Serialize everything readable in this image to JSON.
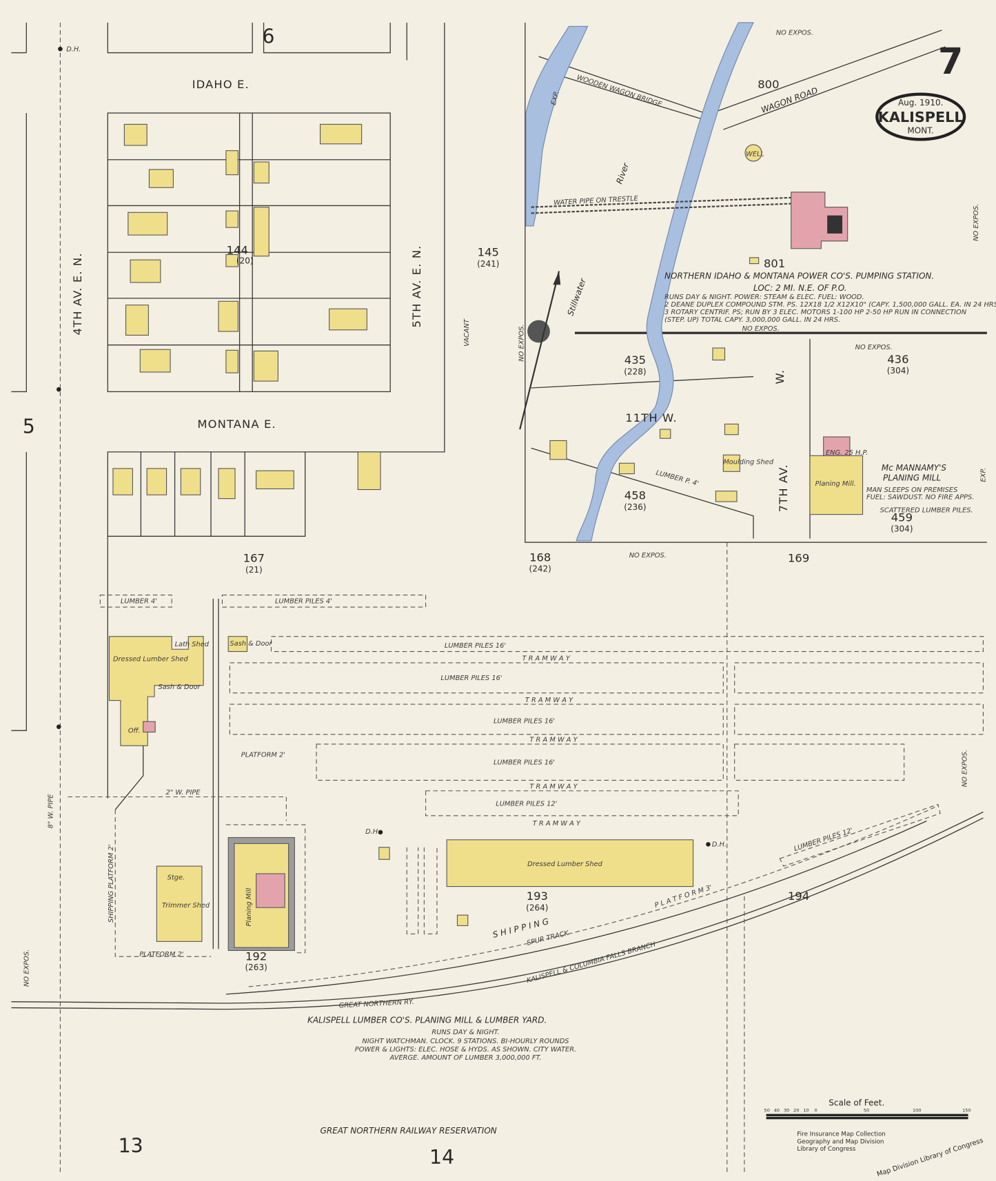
{
  "sheet": {
    "number": "7",
    "date": "Aug. 1910.",
    "city": "KALISPELL",
    "state": "MONT."
  },
  "streets": {
    "idaho": "IDAHO   E.",
    "montana": "MONTANA   E.",
    "ave4": "4TH  AV.  E. N.",
    "ave5": "5TH  AV.  E. N.",
    "ave7": "7TH  AV.",
    "w": "W.",
    "st11": "11TH   W.",
    "wagon_road": "WAGON   ROAD",
    "wooden_bridge": "WOODEN  WAGON  BRIDGE",
    "river": "River",
    "stillwater": "Stillwater",
    "vacant": "VACANT",
    "reservation": "GREAT    NORTHERN    RAILWAY    RESERVATION",
    "gn_ry": "GREAT  NORTHERN  RY.",
    "branch": "KALISPELL & COLUMBIA FALLS BRANCH",
    "shipping": "S H I P P I N G",
    "spur": "SPUR   TRACK",
    "platform3": "P L A T F O R M   3'",
    "water_pipe": "8\" W. PIPE",
    "pipe": "2\" W. PIPE"
  },
  "adjacent_sheets": [
    "6",
    "5",
    "13",
    "14"
  ],
  "blocks": [
    {
      "number": "144",
      "old": "(20)"
    },
    {
      "number": "145",
      "old": "(241)"
    },
    {
      "number": "167",
      "old": "(21)"
    },
    {
      "number": "168",
      "old": "(242)"
    },
    {
      "number": "169",
      "old": ""
    },
    {
      "number": "192",
      "old": "(263)"
    },
    {
      "number": "193",
      "old": "(264)"
    },
    {
      "number": "194",
      "old": ""
    },
    {
      "number": "435",
      "old": "(228)"
    },
    {
      "number": "436",
      "old": "(304)"
    },
    {
      "number": "458",
      "old": "(236)"
    },
    {
      "number": "459",
      "old": "(304)"
    },
    {
      "number": "800",
      "old": ""
    },
    {
      "number": "801",
      "old": ""
    }
  ],
  "pumping_station": {
    "title": "NORTHERN IDAHO & MONTANA POWER CO'S. PUMPING STATION.",
    "location": "LOC: 2 MI. N.E. OF P.O.",
    "notes": [
      "RUNS DAY & NIGHT. POWER: STEAM & ELEC. FUEL: WOOD.",
      "2 DEANE DUPLEX COMPOUND STM. PS. 12X18 1/2 X12X10\" (CAPY. 1,500,000 GALL. EA. IN 24 HRS)",
      "3 ROTARY CENTRIF. PS; RUN BY 3 ELEC. MOTORS 1-100 HP 2-50 HP RUN IN CONNECTION",
      "(STEP. UP)  TOTAL CAPY. 3,000,000 GALL. IN 24 HRS."
    ],
    "well": "WELL",
    "water_pipe_note": "WATER PIPE ON TRESTLE"
  },
  "mcmannamy": {
    "title1": "Mc MANNAMY'S",
    "title2": "PLANING MILL",
    "note1": "MAN SLEEPS ON PREMISES",
    "note2": "FUEL: SAWDUST. NO FIRE APPS.",
    "note3": "SCATTERED  LUMBER PILES.",
    "building": "Planing Mill.",
    "engine": "ENG. 25 H.P."
  },
  "lumber_yard": {
    "title": "KALISPELL LUMBER CO'S. PLANING MILL & LUMBER YARD.",
    "notes": [
      "RUNS DAY & NIGHT.",
      "NIGHT WATCHMAN. CLOCK. 9 STATIONS. BI-HOURLY ROUNDS",
      "POWER & LIGHTS: ELEC.  HOSE & HYDS. AS SHOWN. CITY WATER.",
      "AVERGE. AMOUNT OF LUMBER 3,000,000 FT."
    ],
    "piles": [
      "LUMBER  PILES  16'",
      "LUMBER  PILES  16'",
      "LUMBER  PILES  16'",
      "LUMBER  PILES  16'",
      "LUMBER  PILES  12'",
      "LUMBER PILES 4'",
      "LUMBER 4'",
      "LUMBER PILES 12'",
      "LUMBER P. 4'"
    ],
    "tramway": "T R A M W A Y",
    "platform2": "PLATFORM 2'",
    "shipping_platform": "SHIPPING PLATFORM 2'",
    "buildings": {
      "dressed_shed": "Dressed Lumber Shed",
      "dressed_shed2": "Dressed  Lumber  Shed",
      "sash_door": "Sash & Door",
      "sash_door2": "Sash & Door",
      "trimmer": "Trimmer Shed",
      "planing_mill": "Planing Mill",
      "storage": "Stge.",
      "office": "Off.",
      "lath_shed": "Lath Shed",
      "moulding": "Moulding Shed"
    }
  },
  "annotations": {
    "no_expos": "NO   EXPOS.",
    "exp": "EXP.",
    "dh": "D.H."
  },
  "scale": {
    "title": "Scale of Feet.",
    "ticks": [
      "50",
      "40",
      "30",
      "20",
      "10",
      "0",
      "50",
      "100",
      "150"
    ]
  },
  "stamp": {
    "line1": "Fire Insurance Map Collection",
    "line2": "Geography and Map Division",
    "line3": "Library of Congress",
    "diag": "Map Division Library of Congress"
  },
  "colors": {
    "paper": "#f3efe2",
    "frame_dwelling": "#f0df8a",
    "brick": "#e3a3ad",
    "water": "#a9bfe0"
  }
}
